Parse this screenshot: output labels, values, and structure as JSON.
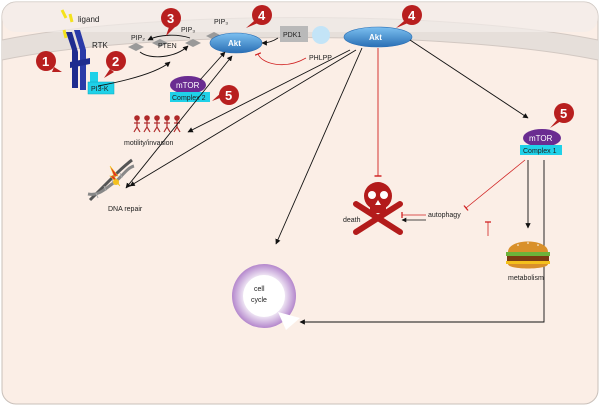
{
  "labels": {
    "ligand": "ligand",
    "rtk": "RTK",
    "pi3k": "PI3-K",
    "pip2": "PIP₂",
    "pip3_a": "PIP₃",
    "pip3_b": "PIP₃",
    "pten": "PTEN",
    "akt_left": "Akt",
    "akt_right": "Akt",
    "pdk1": "PDK1",
    "phlpp": "PHLPP",
    "mtor_c2": "mTOR",
    "complex2": "Complex 2",
    "mtor_c1": "mTOR",
    "complex1": "Complex 1",
    "motility": "motility/invasion",
    "dna_repair": "DNA repair",
    "death": "death",
    "autophagy": "autophagy",
    "metabolism": "metabolism",
    "cell_cycle_1": "cell",
    "cell_cycle_2": "cycle"
  },
  "badges": [
    "1",
    "2",
    "3",
    "4",
    "4",
    "5",
    "5"
  ],
  "colors": {
    "membrane": "#e8e2de",
    "cytoplasm": "#fbeee6",
    "receptor": "#1f2c8f",
    "akt": "#3d8fd6",
    "mtor": "#6a2c91",
    "complex_box": "#1fd1e8",
    "badge": "#b81f1f",
    "inhibit": "#d02020",
    "cell_cycle": "#c9a6d8"
  }
}
